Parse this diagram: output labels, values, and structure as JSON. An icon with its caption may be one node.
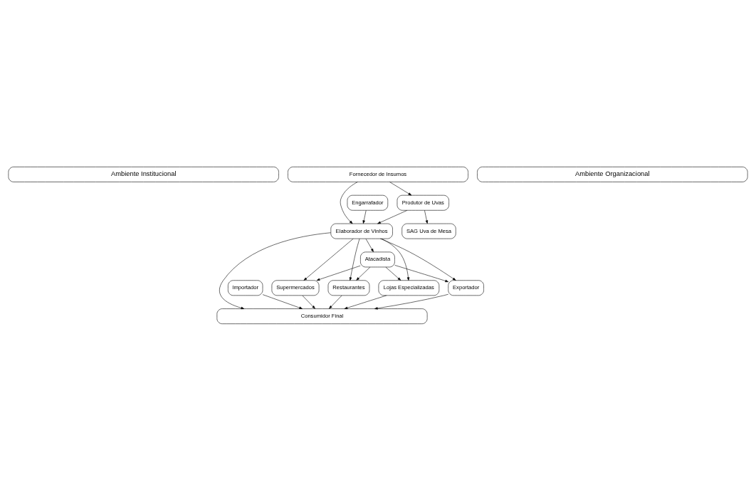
{
  "diagram": {
    "nodes": [
      {
        "text": [
          "Ambiente Institucional"
        ]
      },
      {
        "text": [
          "Fornecedor de Insumos"
        ]
      },
      {
        "text": [
          "Produtor de Uvas"
        ]
      },
      {
        "text": [
          "Engarrafador"
        ]
      },
      {
        "text": [
          "SAG Uva de Mesa"
        ]
      },
      {
        "text": [
          "Elaborador de Vinhos"
        ]
      },
      {
        "text": [
          "Atacadista"
        ]
      },
      {
        "text": [
          "Importador"
        ]
      },
      {
        "text": [
          "Supermercados"
        ]
      },
      {
        "text": [
          "Restaurantes"
        ]
      },
      {
        "text": [
          "Lojas Especializadas"
        ]
      },
      {
        "text": [
          "Exportador"
        ]
      },
      {
        "text": [
          "Consumidor Final"
        ]
      },
      {
        "text": [
          "Ambiente Organizacional"
        ]
      }
    ],
    "edges": [
      {
        "from": 1,
        "to": 2,
        "arrow": "to"
      },
      {
        "from": 1,
        "to": 5,
        "arrow": "to"
      },
      {
        "from": 2,
        "to": 4,
        "arrow": "to"
      },
      {
        "from": 2,
        "to": 5,
        "arrow": "to"
      },
      {
        "from": 3,
        "to": 5,
        "arrow": "to"
      },
      {
        "from": 5,
        "to": 12,
        "arrow": "to"
      },
      {
        "from": 5,
        "to": 8,
        "arrow": "to"
      },
      {
        "from": 5,
        "to": 9,
        "arrow": "to"
      },
      {
        "from": 5,
        "to": 10,
        "arrow": "to"
      },
      {
        "from": 5,
        "to": 11,
        "arrow": "to"
      },
      {
        "from": 5,
        "to": 6,
        "arrow": "to"
      },
      {
        "from": 6,
        "to": 8,
        "arrow": "to"
      },
      {
        "from": 6,
        "to": 9,
        "arrow": "to"
      },
      {
        "from": 6,
        "to": 10,
        "arrow": "to"
      },
      {
        "from": 6,
        "to": 11,
        "arrow": "to"
      },
      {
        "from": 7,
        "to": 12,
        "arrow": "to"
      },
      {
        "from": 8,
        "to": 12,
        "arrow": "to"
      },
      {
        "from": 9,
        "to": 12,
        "arrow": "to"
      },
      {
        "from": 10,
        "to": 12,
        "arrow": "to"
      },
      {
        "from": 11,
        "to": 12,
        "arrow": "to"
      }
    ]
  }
}
